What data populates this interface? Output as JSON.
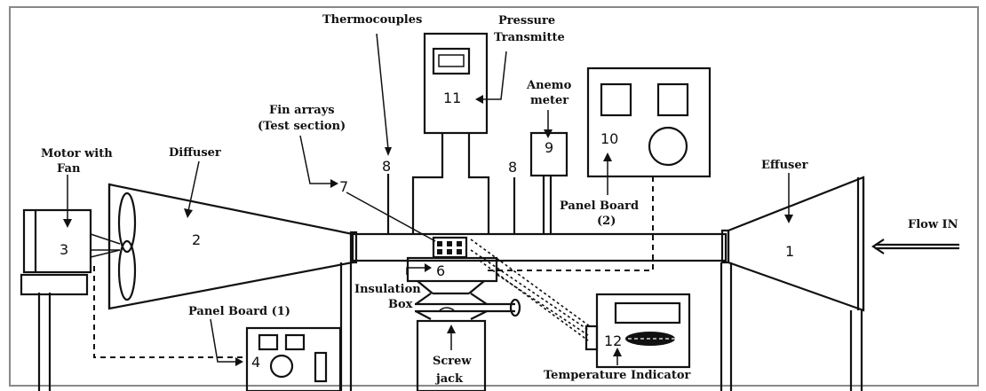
{
  "labels": {
    "thermocouples": "Thermocouples",
    "pressure_1": "Pressure",
    "pressure_2": "Transmitte",
    "anemo_1": "Anemo",
    "anemo_2": "meter",
    "fin_1": "Fin arrays",
    "fin_2": "(Test section)",
    "motor_1": "Motor with",
    "motor_2": "Fan",
    "diffuser": "Diffuser",
    "effuser": "Effuser",
    "flow_in": "Flow IN",
    "panel2_1": "Panel Board",
    "panel2_2": "(2)",
    "panel1": "Panel Board (1)",
    "insul_1": "Insulation",
    "insul_2": "Box",
    "screw_1": "Screw",
    "screw_2": "jack",
    "temp_ind": "Temperature Indicator"
  },
  "numbers": {
    "n1": "1",
    "n2": "2",
    "n3": "3",
    "n4": "4",
    "n6": "6",
    "n7": "7",
    "n8a": "8",
    "n8b": "8",
    "n9": "9",
    "n10": "10",
    "n11": "11",
    "n12": "12"
  }
}
